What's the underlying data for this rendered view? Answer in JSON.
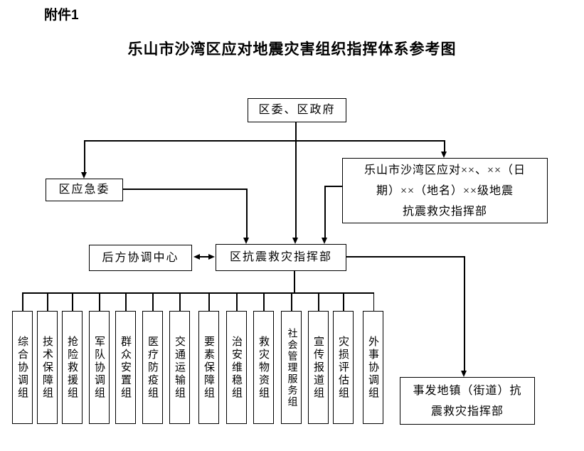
{
  "page": {
    "attachment_label": "附件1",
    "title": "乐山市沙湾区应对地震灾害组织指挥体系参考图"
  },
  "chart": {
    "nodes": {
      "district_committee": "区委、区政府",
      "emergency_committee": "区应急委",
      "special_hq": [
        "乐山市沙湾区应对××、××（日",
        "期）××（地名）××级地震",
        "抗震救灾指挥部"
      ],
      "rear_coordination_center": "后方协调中心",
      "district_rescue_hq": "区抗震救灾指挥部",
      "local_hq": [
        "事发地镇（街道）抗",
        "震救灾指挥部"
      ]
    },
    "groups": [
      "综合协调组",
      "技术保障组",
      "抢险救援组",
      "军队协调组",
      "群众安置组",
      "医疗防疫组",
      "交通运输组",
      "要素保障组",
      "治安维稳组",
      "救灾物资组",
      "社会管理服务组",
      "宣传报道组",
      "灾损评估组",
      "外事协调组"
    ]
  },
  "colors": {
    "line": "#000000",
    "background": "#ffffff",
    "text": "#000000"
  }
}
